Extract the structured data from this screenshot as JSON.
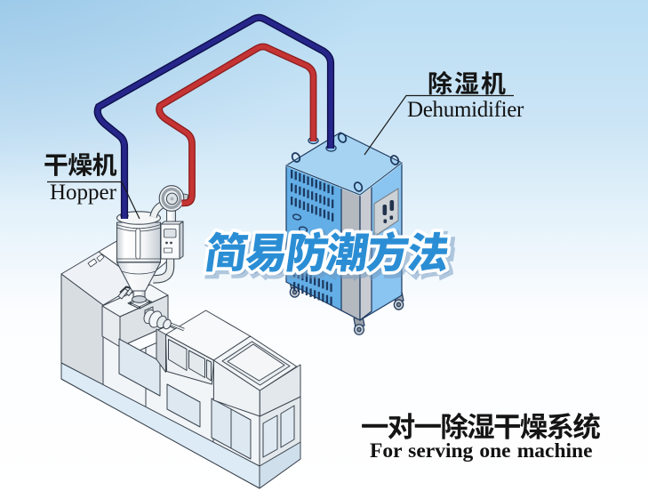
{
  "scene": {
    "title": "Dehumidifier dryer system diagram",
    "type": "industrial-equipment-illustration"
  },
  "labels": {
    "dehumidifier": {
      "zh": "除湿机",
      "en": "Dehumidifier"
    },
    "hopper": {
      "zh": "干燥机",
      "en": "Hopper"
    }
  },
  "watermark": {
    "text": "简易防潮方法",
    "color": "#2b8ed5"
  },
  "caption": {
    "zh": "一对一除湿干燥系统",
    "en": "For serving one machine"
  },
  "colors": {
    "background_top": "#aed7f0",
    "background_bottom": "#ffffff",
    "machine_blue_left": "#63aee6",
    "machine_blue_right": "#8ac4f0",
    "machine_blue_top": "#a6d3f1",
    "hose_red": "#c53434",
    "hose_navy": "#26268a",
    "text_black": "#111111",
    "watermark_blue": "#2b8ed5"
  },
  "components": [
    {
      "name": "dehumidifier-unit",
      "label": "除湿机 / Dehumidifier"
    },
    {
      "name": "hopper-dryer",
      "label": "干燥机 / Hopper"
    },
    {
      "name": "extruder-machine",
      "label": ""
    },
    {
      "name": "dry-air-hose",
      "color": "#26268a"
    },
    {
      "name": "return-air-hose",
      "color": "#c53434"
    }
  ]
}
